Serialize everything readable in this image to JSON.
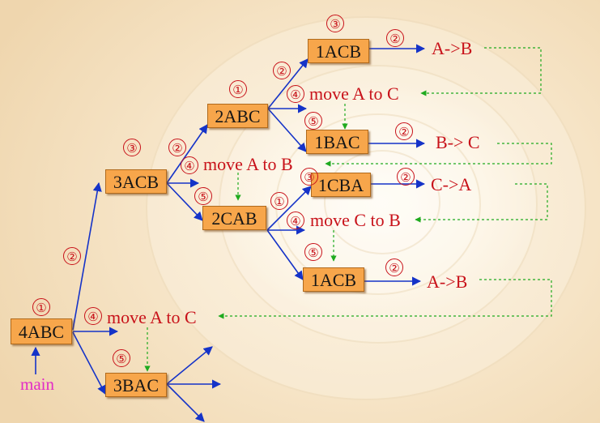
{
  "nodes": {
    "n_4abc": "4ABC",
    "n_3acb": "3ACB",
    "n_3bac": "3BAC",
    "n_2abc": "2ABC",
    "n_2cab": "2CAB",
    "n_1acb_top": "1ACB",
    "n_1bac": "1BAC",
    "n_1cba": "1CBA",
    "n_1acb_bottom": "1ACB"
  },
  "labels": {
    "main": "main",
    "move_top": "move A to C",
    "move_mid": "move A to B",
    "move_cb": "move C to B",
    "move_bottom": "move A to C",
    "res_ab1": "A->B",
    "res_bc": "B-> C",
    "res_ca": "C->A",
    "res_ab2": "A->B"
  },
  "step_marks": {
    "c_4abc_1": "①",
    "c_4abc_2": "②",
    "c_4abc_4": "④",
    "c_4abc_5": "⑤",
    "c_3acb_3": "③",
    "c_3acb_2": "②",
    "c_3acb_4": "④",
    "c_3acb_5": "⑤",
    "c_2abc_1": "①",
    "c_2abc_2": "②",
    "c_2abc_4": "④",
    "c_2abc_5": "⑤",
    "c_1acb_top_3": "③",
    "c_1acb_top_2": "②",
    "c_1bac_2": "②",
    "c_2cab_3": "③",
    "c_2cab_1": "①",
    "c_2cab_4": "④",
    "c_2cab_5": "⑤",
    "c_1cba_2": "②",
    "c_1acb_bottom_2": "②"
  },
  "colors": {
    "node_fill": "#f7a64b",
    "text_red": "#c8121a",
    "main_magenta": "#e22bc6",
    "arrow_blue": "#1533c8",
    "dotted_green": "#1faa1f"
  }
}
